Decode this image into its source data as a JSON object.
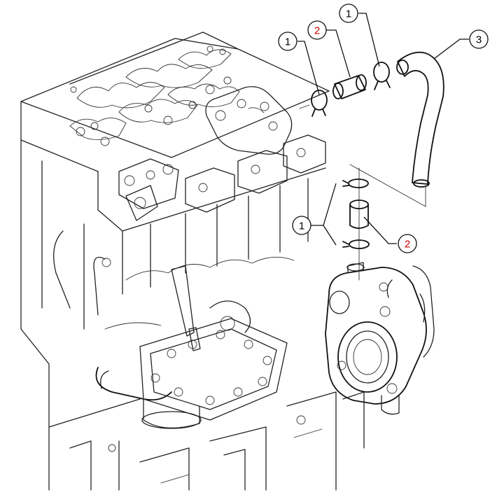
{
  "callouts": [
    {
      "id": "c1a",
      "label": "1",
      "color": "#111111"
    },
    {
      "id": "c2a",
      "label": "2",
      "color": "#cc0000"
    },
    {
      "id": "c1b",
      "label": "1",
      "color": "#111111"
    },
    {
      "id": "c3",
      "label": "3",
      "color": "#111111"
    },
    {
      "id": "c1c",
      "label": "1",
      "color": "#111111"
    },
    {
      "id": "c2b",
      "label": "2",
      "color": "#cc0000"
    }
  ]
}
